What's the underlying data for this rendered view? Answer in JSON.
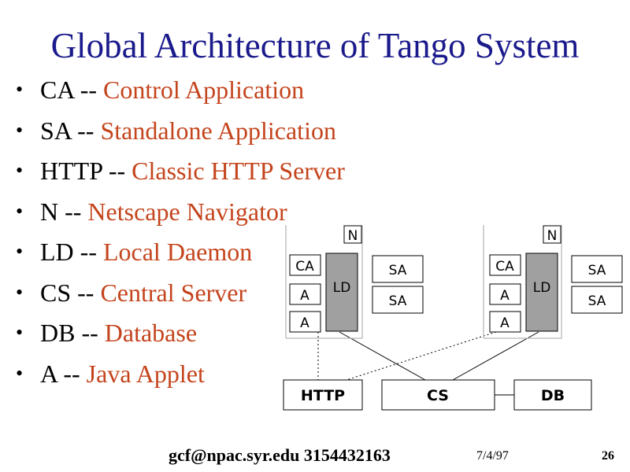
{
  "slide": {
    "title": "Global Architecture of Tango System",
    "bullet_symbol": "•",
    "bullets": [
      {
        "abbr": "CA",
        "sep": " -- ",
        "desc": "Control Application"
      },
      {
        "abbr": "SA",
        "sep": " -- ",
        "desc": "Standalone Application"
      },
      {
        "abbr": "HTTP",
        "sep": " -- ",
        "desc": "Classic HTTP Server"
      },
      {
        "abbr": "N",
        "sep": " -- ",
        "desc": "Netscape Navigator"
      },
      {
        "abbr": "LD",
        "sep": " -- ",
        "desc": "Local Daemon"
      },
      {
        "abbr": "CS",
        "sep": " -- ",
        "desc": "Central Server"
      },
      {
        "abbr": "DB",
        "sep": " -- ",
        "desc": "Database"
      },
      {
        "abbr": "A",
        "sep": " -- ",
        "desc": "Java Applet"
      }
    ]
  },
  "diagram": {
    "left_node": {
      "n": "N",
      "ca": "CA",
      "a1": "A",
      "a2": "A",
      "ld": "LD",
      "sa1": "SA",
      "sa2": "SA"
    },
    "right_node": {
      "n": "N",
      "ca": "CA",
      "a1": "A",
      "a2": "A",
      "ld": "LD",
      "sa1": "SA",
      "sa2": "SA"
    },
    "bottom": {
      "http": "HTTP",
      "cs": "CS",
      "db": "DB"
    }
  },
  "footer": {
    "email_phone": "gcf@npac.syr.edu 3154432163",
    "date": "7/4/97",
    "page_number": "26"
  },
  "colors": {
    "title": "#1a1a8c",
    "description": "#c4441c",
    "local_daemon_fill": "#a0a0a0"
  }
}
